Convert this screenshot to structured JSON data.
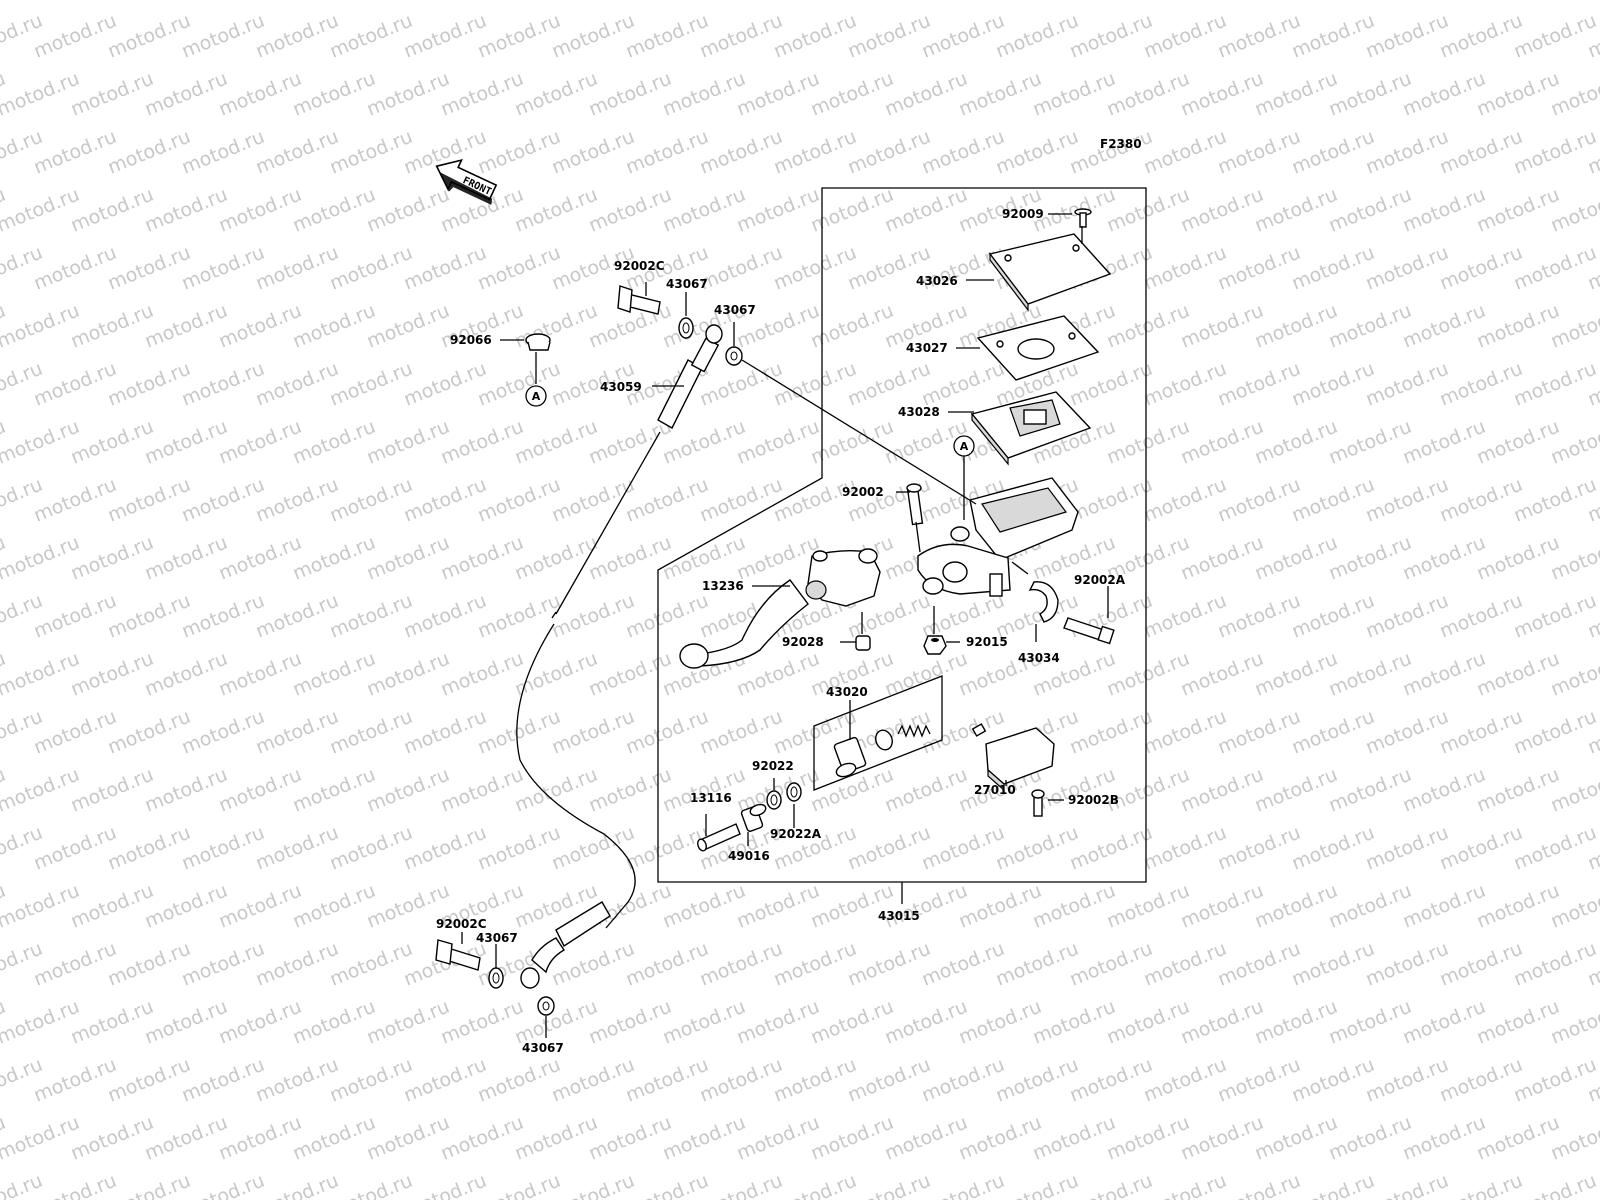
{
  "figure_code": "F2380",
  "front_label": "FRONT",
  "watermark": "motod.ru",
  "callout_a": "A",
  "labels": {
    "p92009": "92009",
    "p43026": "43026",
    "p43027": "43027",
    "p43028": "43028",
    "p92002": "92002",
    "p92002A": "92002A",
    "p92002B": "92002B",
    "p92002C_top": "92002C",
    "p92002C_bottom": "92002C",
    "p43067_a": "43067",
    "p43067_b": "43067",
    "p43067_c": "43067",
    "p43067_d": "43067",
    "p92066": "92066",
    "p43059": "43059",
    "p13236": "13236",
    "p92028": "92028",
    "p92015": "92015",
    "p43034": "43034",
    "p43020": "43020",
    "p92022": "92022",
    "p92022A": "92022A",
    "p13116": "13116",
    "p49016": "49016",
    "p27010": "27010",
    "p43015": "43015"
  }
}
